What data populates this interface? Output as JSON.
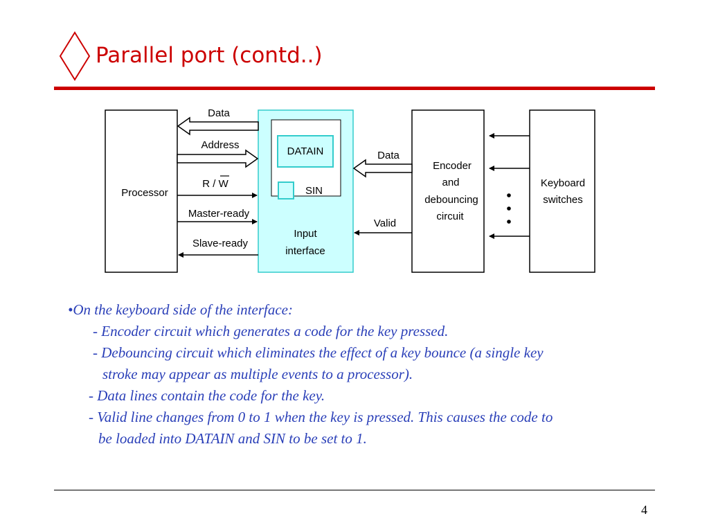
{
  "slide": {
    "title": "Parallel port (contd..)",
    "page_number": "4"
  },
  "diagram": {
    "processor_label": "Processor",
    "datain_label": "DATAIN",
    "sin_label": "SIN",
    "interface_line1": "Input",
    "interface_line2": "interface",
    "encoder_lines": [
      "Encoder",
      "and",
      "debouncing",
      "circuit"
    ],
    "keyboard_lines": [
      "Keyboard",
      "switches"
    ],
    "signals": {
      "data": "Data",
      "address": "Address",
      "rw": "R / W",
      "master_ready": "Master-ready",
      "slave_ready": "Slave-ready",
      "kb_data": "Data",
      "valid": "Valid"
    }
  },
  "bullets": {
    "heading": "•On the keyboard side of the interface:",
    "line1": "- Encoder circuit which generates a code for the key pressed.",
    "line2": "- Debouncing circuit which eliminates the effect of a key bounce (a single key",
    "line3": "stroke may appear as multiple events to a processor).",
    "line4": "- Data lines contain the code for the key.",
    "line5": "- Valid line changes from 0 to 1 when the key is pressed. This causes the code to",
    "line6": "be loaded into DATAIN and SIN to be set to 1."
  },
  "colors": {
    "title": "#cc0000",
    "accent_rule": "#cc0000",
    "interface_fill": "#ccffff",
    "interface_border": "#33cccc",
    "bullet_text": "#2a3fb8"
  }
}
